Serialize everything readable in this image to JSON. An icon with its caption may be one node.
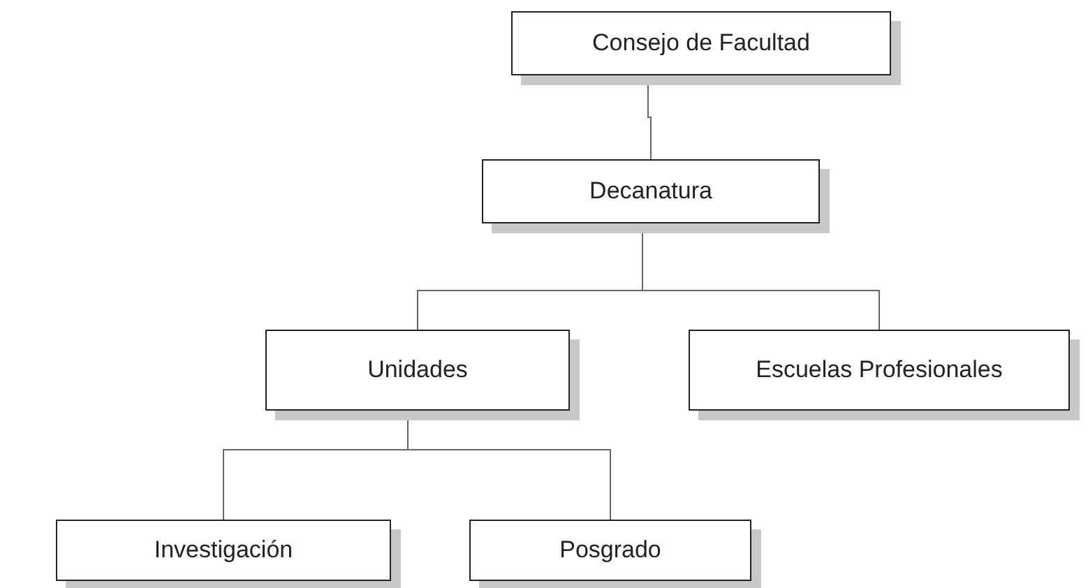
{
  "diagram": {
    "nodes": [
      {
        "text": [
          "Consejo de Facultad"
        ]
      },
      {
        "text": [
          "Decanatura"
        ]
      },
      {
        "text": [
          "Unidades"
        ]
      },
      {
        "text": [
          "Escuelas Profesionales"
        ]
      },
      {
        "text": [
          "Investigación"
        ]
      },
      {
        "text": [
          "Posgrado"
        ]
      }
    ],
    "edges": [
      {
        "from": 0,
        "to": 1,
        "arrow": "none"
      },
      {
        "from": 1,
        "to": 2,
        "arrow": "none"
      },
      {
        "from": 1,
        "to": 3,
        "arrow": "none"
      },
      {
        "from": 2,
        "to": 4,
        "arrow": "none"
      },
      {
        "from": 2,
        "to": 5,
        "arrow": "none"
      }
    ]
  }
}
